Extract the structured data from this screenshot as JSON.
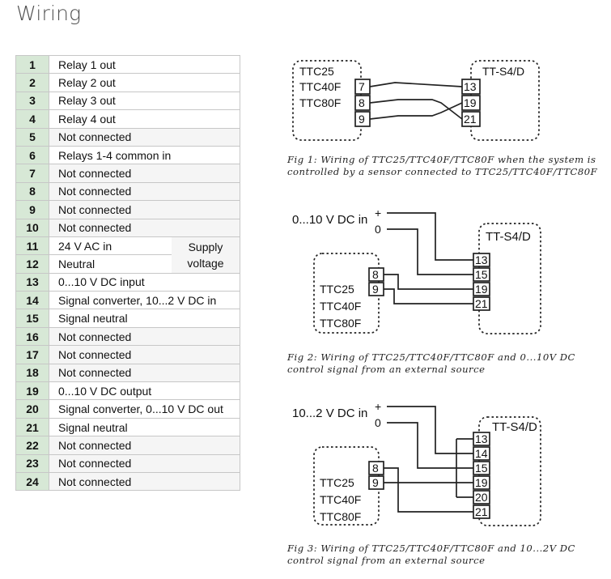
{
  "title": "Wiring",
  "table": {
    "rows": [
      {
        "num": "1",
        "desc": "Relay 1 out"
      },
      {
        "num": "2",
        "desc": "Relay 2 out"
      },
      {
        "num": "3",
        "desc": "Relay 3 out"
      },
      {
        "num": "4",
        "desc": "Relay 4 out"
      },
      {
        "num": "5",
        "desc": "Not connected"
      },
      {
        "num": "6",
        "desc": "Relays 1-4 common in"
      },
      {
        "num": "7",
        "desc": "Not connected"
      },
      {
        "num": "8",
        "desc": "Not connected"
      },
      {
        "num": "9",
        "desc": "Not connected"
      },
      {
        "num": "10",
        "desc": "Not connected"
      },
      {
        "num": "11",
        "desc": "24 V AC in"
      },
      {
        "num": "12",
        "desc": "Neutral"
      },
      {
        "num": "13",
        "desc": "0...10 V DC input"
      },
      {
        "num": "14",
        "desc": "Signal converter, 10...2 V DC in"
      },
      {
        "num": "15",
        "desc": "Signal neutral"
      },
      {
        "num": "16",
        "desc": "Not connected"
      },
      {
        "num": "17",
        "desc": "Not connected"
      },
      {
        "num": "18",
        "desc": "Not connected"
      },
      {
        "num": "19",
        "desc": "0...10 V DC output"
      },
      {
        "num": "20",
        "desc": "Signal converter, 0...10 V DC out"
      },
      {
        "num": "21",
        "desc": "Signal neutral"
      },
      {
        "num": "22",
        "desc": "Not connected"
      },
      {
        "num": "23",
        "desc": "Not connected"
      },
      {
        "num": "24",
        "desc": "Not connected"
      }
    ],
    "supply_line1": "Supply",
    "supply_line2": "voltage"
  },
  "fig1": {
    "controller_lines": [
      "TTC25",
      "TTC40F",
      "TTC80F"
    ],
    "controller_terminals": [
      "7",
      "8",
      "9"
    ],
    "unit_label": "TT-S4/D",
    "unit_terminals": [
      "13",
      "19",
      "21"
    ],
    "caption_line1": "Fig 1: Wiring of TTC25/TTC40F/TTC80F when the system is",
    "caption_line2": "controlled by a sensor connected to TTC25/TTC40F/TTC80F"
  },
  "fig2": {
    "source_label": "0...10 V DC in",
    "plus": "+",
    "zero": "0",
    "controller_lines": [
      "TTC25",
      "TTC40F",
      "TTC80F"
    ],
    "controller_terminals": [
      "8",
      "9"
    ],
    "unit_label": "TT-S4/D",
    "unit_terminals": [
      "13",
      "15",
      "19",
      "21"
    ],
    "caption_line1": "Fig 2: Wiring of TTC25/TTC40F/TTC80F and 0...10V DC",
    "caption_line2": "control signal from an external source"
  },
  "fig3": {
    "source_label": "10...2 V DC in",
    "plus": "+",
    "zero": "0",
    "controller_lines": [
      "TTC25",
      "TTC40F",
      "TTC80F"
    ],
    "controller_terminals": [
      "8",
      "9"
    ],
    "unit_label": "TT-S4/D",
    "unit_terminals": [
      "13",
      "14",
      "15",
      "19",
      "20",
      "21"
    ],
    "caption_line1": "Fig 3: Wiring of TTC25/TTC40F/TTC80F and 10...2V DC",
    "caption_line2": "control signal from an external source"
  }
}
